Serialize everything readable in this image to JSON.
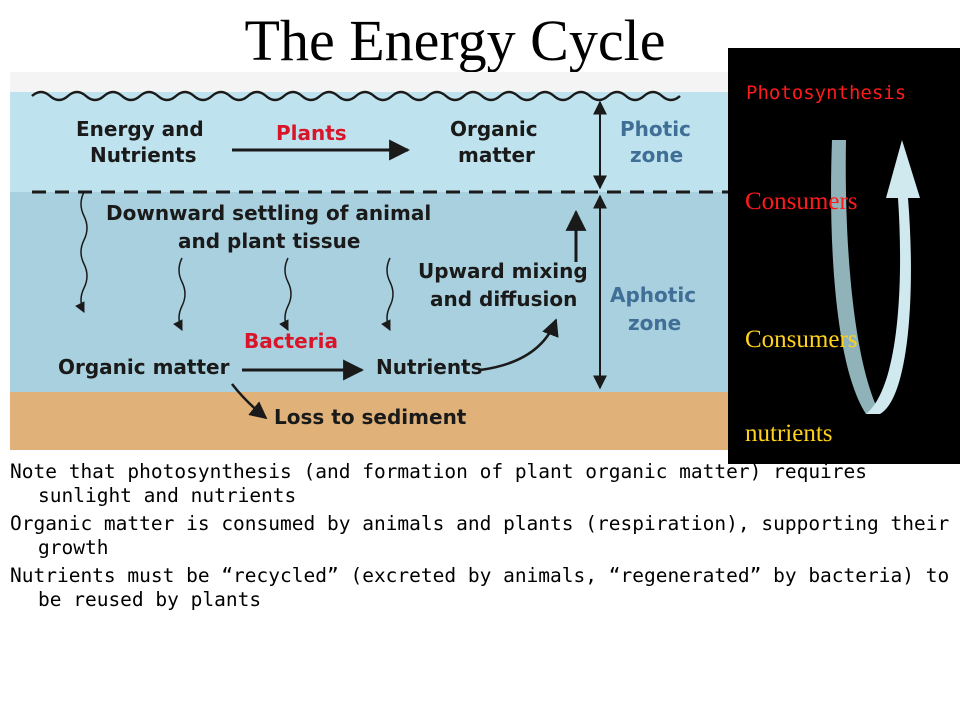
{
  "title": "The Energy Cycle",
  "diagram": {
    "energy_nutrients": [
      "Energy and",
      "Nutrients"
    ],
    "plants": "Plants",
    "organic_matter_top": [
      "Organic",
      "matter"
    ],
    "photic_zone": [
      "Photic",
      "zone"
    ],
    "downward_settling": [
      "Downward settling of animal",
      "and plant tissue"
    ],
    "upward_mixing": [
      "Upward mixing",
      "and diffusion"
    ],
    "aphotic_zone": [
      "Aphotic",
      "zone"
    ],
    "bacteria": "Bacteria",
    "organic_matter_bottom": "Organic matter",
    "nutrients": "Nutrients",
    "loss_to_sediment": "Loss to sediment"
  },
  "cycle_panel": {
    "photosynthesis": "Photosynthesis",
    "consumers_top": "Consumers",
    "consumers_bottom": "Consumers",
    "nutrients": "nutrients"
  },
  "notes": [
    "Note that photosynthesis (and formation of plant organic matter) requires sunlight and nutrients",
    "Organic matter is consumed by animals and plants (respiration), supporting their growth",
    "Nutrients must be “recycled” (excreted by animals, “regenerated” by bacteria) to be reused by plants"
  ],
  "colors": {
    "photic_water": "#bfe3ee",
    "aphotic_water": "#a9d0de",
    "sediment": "#e0b27a",
    "label_text": "#1a1a1a",
    "zone_label": "#3f6f96",
    "highlight_red": "#d9152a",
    "panel_bg": "#000000",
    "panel_red": "#ff1a1a",
    "panel_yellow": "#ffd21a",
    "arrow_light": "#cfe9ee",
    "arrow_dark": "#8fb3b8"
  }
}
